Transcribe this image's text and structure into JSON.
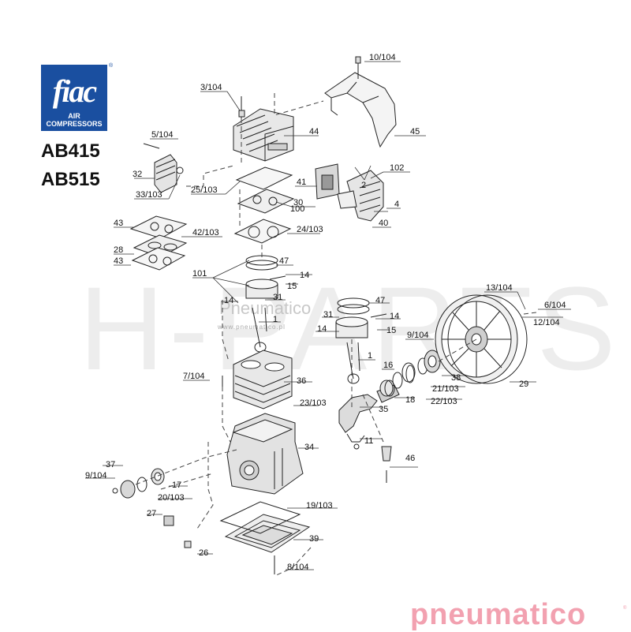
{
  "logo": {
    "text": "fiac",
    "subtext": "AIR COMPRESSORS",
    "reg": "®",
    "color": "#1a4fa0"
  },
  "models": [
    "AB415",
    "AB515"
  ],
  "watermark": {
    "main": "H-PARTS",
    "overlay": "Pneumatico",
    "url": "www.pneumatico.pl"
  },
  "brand": {
    "text": "pneumatico",
    "mark": "®",
    "color": "#f2a1b0"
  },
  "callouts": [
    {
      "id": "c-10-104",
      "label": "10/104"
    },
    {
      "id": "c-3-104",
      "label": "3/104"
    },
    {
      "id": "c-44",
      "label": "44"
    },
    {
      "id": "c-45",
      "label": "45"
    },
    {
      "id": "c-5-104",
      "label": "5/104"
    },
    {
      "id": "c-32",
      "label": "32"
    },
    {
      "id": "c-33-103",
      "label": "33/103"
    },
    {
      "id": "c-25-103",
      "label": "25/103"
    },
    {
      "id": "c-102",
      "label": "102"
    },
    {
      "id": "c-41",
      "label": "41"
    },
    {
      "id": "c-2",
      "label": "2"
    },
    {
      "id": "c-30",
      "label": "30"
    },
    {
      "id": "c-100",
      "label": "100"
    },
    {
      "id": "c-4",
      "label": "4"
    },
    {
      "id": "c-40",
      "label": "40"
    },
    {
      "id": "c-24-103",
      "label": "24/103"
    },
    {
      "id": "c-43a",
      "label": "43"
    },
    {
      "id": "c-42-103",
      "label": "42/103"
    },
    {
      "id": "c-28",
      "label": "28"
    },
    {
      "id": "c-43b",
      "label": "43"
    },
    {
      "id": "c-47a",
      "label": "47"
    },
    {
      "id": "c-101",
      "label": "101"
    },
    {
      "id": "c-14a",
      "label": "14"
    },
    {
      "id": "c-15a",
      "label": "15"
    },
    {
      "id": "c-14b",
      "label": "14"
    },
    {
      "id": "c-31a",
      "label": "31"
    },
    {
      "id": "c-47b",
      "label": "47"
    },
    {
      "id": "c-1a",
      "label": "1"
    },
    {
      "id": "c-31b",
      "label": "31"
    },
    {
      "id": "c-14c",
      "label": "14"
    },
    {
      "id": "c-14d",
      "label": "14"
    },
    {
      "id": "c-15b",
      "label": "15"
    },
    {
      "id": "c-13-104",
      "label": "13/104"
    },
    {
      "id": "c-6-104",
      "label": "6/104"
    },
    {
      "id": "c-12-104",
      "label": "12/104"
    },
    {
      "id": "c-9-104a",
      "label": "9/104"
    },
    {
      "id": "c-1b",
      "label": "1"
    },
    {
      "id": "c-16",
      "label": "16"
    },
    {
      "id": "c-38",
      "label": "38"
    },
    {
      "id": "c-21-103",
      "label": "21/103"
    },
    {
      "id": "c-29",
      "label": "29"
    },
    {
      "id": "c-7-104",
      "label": "7/104"
    },
    {
      "id": "c-36",
      "label": "36"
    },
    {
      "id": "c-18",
      "label": "18"
    },
    {
      "id": "c-22-103",
      "label": "22/103"
    },
    {
      "id": "c-23-103",
      "label": "23/103"
    },
    {
      "id": "c-35",
      "label": "35"
    },
    {
      "id": "c-11",
      "label": "11"
    },
    {
      "id": "c-34",
      "label": "34"
    },
    {
      "id": "c-46",
      "label": "46"
    },
    {
      "id": "c-37",
      "label": "37"
    },
    {
      "id": "c-9-104b",
      "label": "9/104"
    },
    {
      "id": "c-17",
      "label": "17"
    },
    {
      "id": "c-20-103",
      "label": "20/103"
    },
    {
      "id": "c-19-103",
      "label": "19/103"
    },
    {
      "id": "c-27",
      "label": "27"
    },
    {
      "id": "c-39",
      "label": "39"
    },
    {
      "id": "c-26",
      "label": "26"
    },
    {
      "id": "c-8-104",
      "label": "8/104"
    }
  ]
}
